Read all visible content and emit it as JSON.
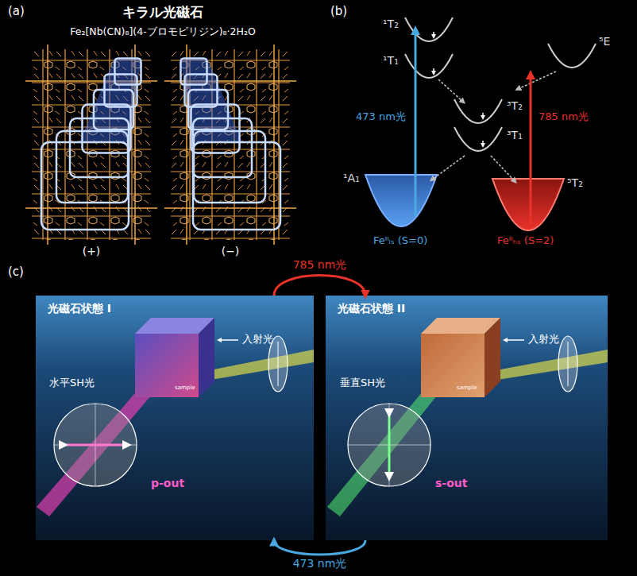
{
  "diagram": {
    "nodes": [
      {
        "text": [
          "光磁石状態 I",
          "入射光",
          "水平SH光",
          "p-out",
          "sample"
        ]
      },
      {
        "text": [
          "光磁石状態 II",
          "入射光",
          "垂直SH光",
          "s-out",
          "sample"
        ]
      }
    ],
    "edges": [
      {
        "from": 0,
        "to": 1,
        "label": "785 nm光",
        "arrow": "to"
      },
      {
        "from": 1,
        "to": 0,
        "label": "473 nm光",
        "arrow": "to"
      }
    ],
    "labels": [
      "(a)",
      "キラル光磁石",
      "Fe₂[Nb(CN)₈](4-ブロモピリジン)₈·2H₂O",
      "(+)",
      "(−)",
      "(b)",
      "¹T₂",
      "¹T₁",
      "⁵E",
      "³T₂",
      "³T₁",
      "473 nm光",
      "785 nm光",
      "¹A₁",
      "⁵T₂",
      "Feᴵᴵₗₛ (S=0)",
      "Feᴵᴵₕₛ (S=2)",
      "(c)"
    ]
  }
}
